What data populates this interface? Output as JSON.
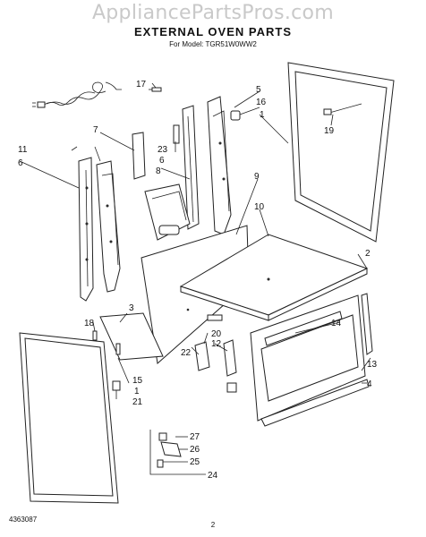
{
  "watermark": "AppliancePartsPros.com",
  "title": "EXTERNAL OVEN PARTS",
  "subtitle": "For Model: TGR51W0WW2",
  "footer": {
    "doc_number": "4363087",
    "page": "2"
  },
  "callouts": {
    "c1a": "1",
    "c1b": "1",
    "c2": "2",
    "c3": "3",
    "c4": "4",
    "c5": "5",
    "c6a": "6",
    "c6b": "6",
    "c7": "7",
    "c8": "8",
    "c9": "9",
    "c10": "10",
    "c11": "11",
    "c12": "12",
    "c13": "13",
    "c14": "14",
    "c15": "15",
    "c16": "16",
    "c17": "17",
    "c18": "18",
    "c19": "19",
    "c20": "20",
    "c21": "21",
    "c22": "22",
    "c23": "23",
    "c24": "24",
    "c25": "25",
    "c26": "26",
    "c27": "27"
  }
}
